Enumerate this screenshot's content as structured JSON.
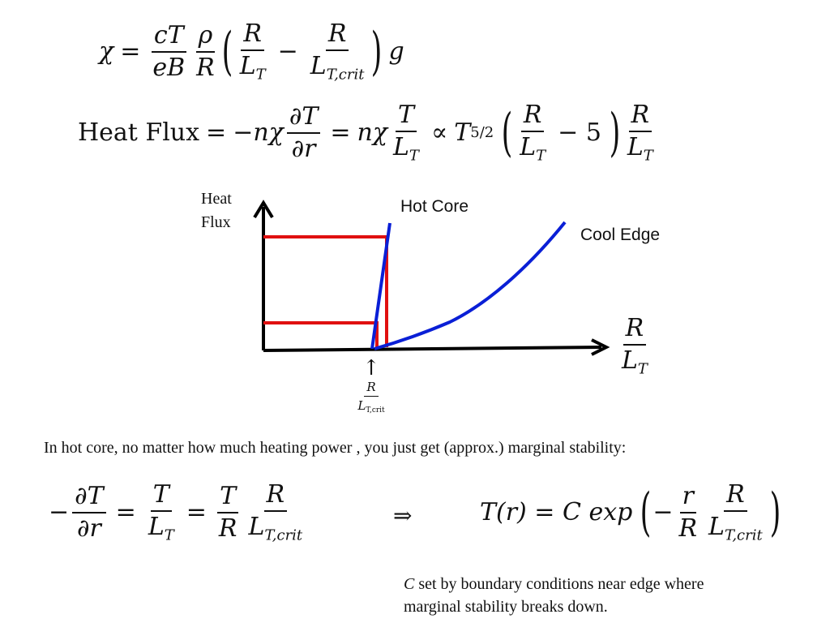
{
  "eq_chi": {
    "lhs": "χ",
    "eq": "=",
    "f1_num": "cT",
    "f1_den": "eB",
    "f2_num": "ρ",
    "f2_den": "R",
    "f3_num": "R",
    "f3_den_main": "L",
    "f3_den_sub": "T",
    "minus": "−",
    "f4_num": "R",
    "f4_den_main": "L",
    "f4_den_sub": "T,crit",
    "g": "g"
  },
  "eq_flux": {
    "label": "Heat Flux",
    "eq1": "=",
    "neg": "−nχ",
    "f1_num": "∂T",
    "f1_den": "∂r",
    "eq2": "=",
    "nchi": "nχ",
    "f2_num": "T",
    "f2_den_main": "L",
    "f2_den_sub": "T",
    "propto": "∝",
    "T": "T",
    "exp": "5/2",
    "f3_num": "R",
    "f3_den_main": "L",
    "f3_den_sub": "T",
    "minus5": "− 5",
    "f4_num": "R",
    "f4_den_main": "L",
    "f4_den_sub": "T"
  },
  "graph": {
    "y_label_line1": "Heat",
    "y_label_line2": "Flux",
    "curve1_label": "Hot Core",
    "curve2_label": "Cool Edge",
    "x_label_num": "R",
    "x_label_den_main": "L",
    "x_label_den_sub": "T",
    "crit_arrow": "↑",
    "crit_num": "R",
    "crit_den_main": "L",
    "crit_den_sub": "T,crit",
    "colors": {
      "axes": "#000000",
      "curves": "#0a1fd6",
      "boxes": "#e01010"
    }
  },
  "sentence": "In hot core, no matter how much heating power , you just get (approx.) marginal stability:",
  "eq_bottom_left": {
    "neg": "−",
    "f1_num": "∂T",
    "f1_den": "∂r",
    "eq1": "=",
    "f2_num": "T",
    "f2_den_main": "L",
    "f2_den_sub": "T",
    "eq2": "=",
    "f3_num": "T",
    "f3_den": "R",
    "f4_num": "R",
    "f4_den_main": "L",
    "f4_den_sub": "T,crit"
  },
  "implies": "⇒",
  "eq_bottom_right": {
    "lhs": "T(r) = C exp",
    "neg": "−",
    "f1_num": "r",
    "f1_den": "R",
    "f2_num": "R",
    "f2_den_main": "L",
    "f2_den_sub": "T,crit"
  },
  "note": {
    "c": "C",
    "line1_rest": " set by boundary conditions near edge where",
    "line2": "marginal stability breaks down."
  }
}
